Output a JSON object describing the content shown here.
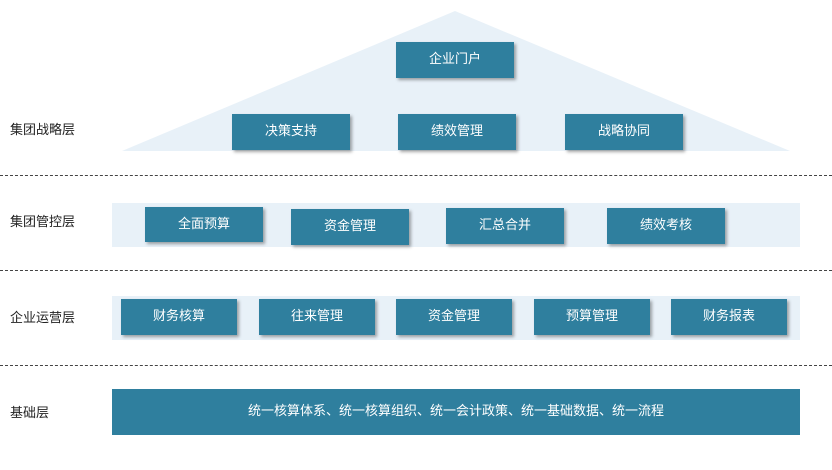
{
  "colors": {
    "box_fill": "#2f7f9e",
    "box_text": "#ffffff",
    "band_fill": "#e8f1f8",
    "pyramid_fill": "#e8f1f8",
    "divider": "#444444",
    "label_text": "#222222"
  },
  "layers": {
    "strategy": {
      "label": "集团战略层",
      "top_item": "企业门户",
      "items": [
        "决策支持",
        "绩效管理",
        "战略协同"
      ]
    },
    "management": {
      "label": "集团管控层",
      "items": [
        "全面预算",
        "资金管理",
        "汇总合并",
        "绩效考核"
      ]
    },
    "operation": {
      "label": "企业运营层",
      "items": [
        "财务核算",
        "往来管理",
        "资金管理",
        "预算管理",
        "财务报表"
      ]
    },
    "foundation": {
      "label": "基础层",
      "content": "统一核算体系、统一核算组织、统一会计政策、统一基础数据、统一流程"
    }
  }
}
